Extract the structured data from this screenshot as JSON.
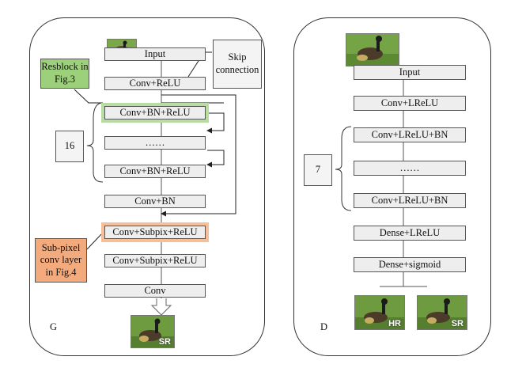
{
  "generator": {
    "label": "G",
    "blocks": [
      "Input",
      "Conv+ReLU",
      "Conv+BN+ReLU",
      "……",
      "Conv+BN+ReLU",
      "Conv+BN",
      "Conv+Subpix+ReLU",
      "Conv+Subpix+ReLU",
      "Conv"
    ],
    "repeat_count": "16",
    "notes": {
      "resblock": "Resblock in Fig.3",
      "skip": "Skip connection",
      "subpixel": "Sub-pixel conv layer in Fig.4"
    },
    "output_badge": "SR",
    "colors": {
      "resblock": "#9cd07a",
      "subpixel": "#f3aa7d"
    }
  },
  "discriminator": {
    "label": "D",
    "blocks": [
      "Input",
      "Conv+LReLU",
      "Conv+LReLU+BN",
      "……",
      "Conv+LReLU+BN",
      "Dense+LReLU",
      "Dense+sigmoid"
    ],
    "repeat_count": "7",
    "output_badges": [
      "HR",
      "SR"
    ]
  }
}
